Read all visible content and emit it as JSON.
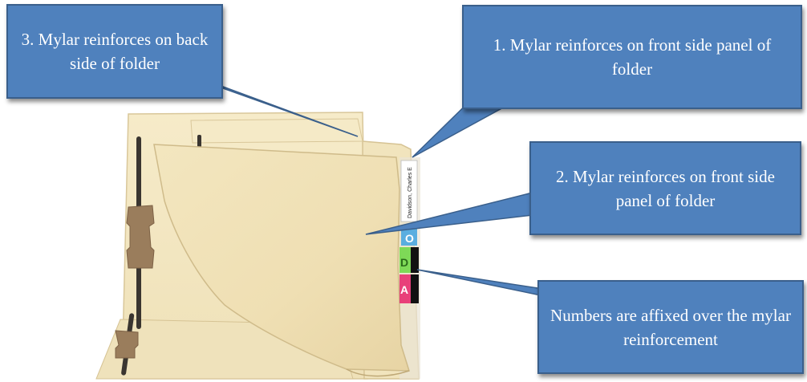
{
  "callouts": {
    "mylar_back": "3. Mylar reinforces on back side of folder",
    "mylar_front_1": "1. Mylar reinforces on front side panel of folder",
    "mylar_front_2": "2. Mylar reinforces on front side panel of folder",
    "numbers_affixed": "Numbers are affixed over the mylar reinforcement"
  },
  "folder": {
    "tab_label_name": "Davidson, Charles E",
    "color_labels": [
      {
        "letter": "O",
        "color": "#5aaee0"
      },
      {
        "letter": "D",
        "color": "#7ed957"
      },
      {
        "letter": "A",
        "color": "#e8407a"
      }
    ],
    "colors": {
      "manila": "#f4e7bf",
      "manila_dark": "#e2d0a0",
      "fastener": "#9a7d5c",
      "callout_fill": "#4f81bd",
      "callout_border": "#3a5f8b"
    }
  }
}
